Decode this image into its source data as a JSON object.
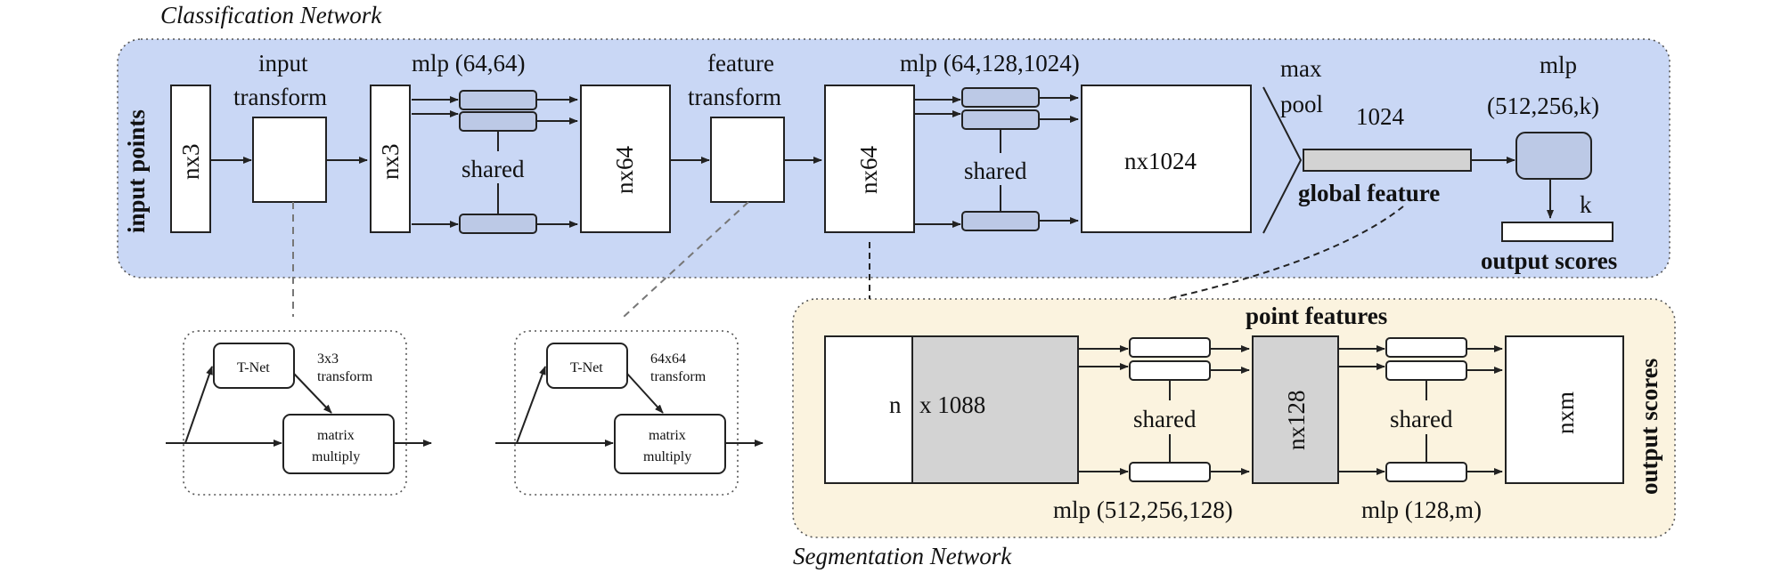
{
  "classification": {
    "title": "Classification Network",
    "input_points": "input points",
    "nx3_a": "nx3",
    "input_transform_1": "input",
    "input_transform_2": "transform",
    "nx3_b": "nx3",
    "mlp1": "mlp (64,64)",
    "shared1": "shared",
    "nx64_a": "nx64",
    "feature_transform_1": "feature",
    "feature_transform_2": "transform",
    "nx64_b": "nx64",
    "mlp2": "mlp (64,128,1024)",
    "shared2": "shared",
    "nx1024": "nx1024",
    "maxpool_1": "max",
    "maxpool_2": "pool",
    "dim1024": "1024",
    "global_feature": "global feature",
    "mlp3_1": "mlp",
    "mlp3_2": "(512,256,k)",
    "k": "k",
    "output_scores": "output scores"
  },
  "tnet1": {
    "tnet": "T-Net",
    "transform_1": "3x3",
    "transform_2": "transform",
    "matrix_1": "matrix",
    "matrix_2": "multiply"
  },
  "tnet2": {
    "tnet": "T-Net",
    "transform_1": "64x64",
    "transform_2": "transform",
    "matrix_1": "matrix",
    "matrix_2": "multiply"
  },
  "segmentation": {
    "title": "Segmentation Network",
    "point_features": "point features",
    "n": "n",
    "x1088": "x 1088",
    "shared1": "shared",
    "nx128": "nx128",
    "shared2": "shared",
    "nxm": "nxm",
    "output_scores": "output scores",
    "mlp1": "mlp (512,256,128)",
    "mlp2": "mlp (128,m)"
  },
  "colors": {
    "classification_bg": "#c9d7f5",
    "segmentation_bg": "#fbf3df",
    "blue_box": "#bcc9e6",
    "gray_box": "#d3d3d3"
  }
}
